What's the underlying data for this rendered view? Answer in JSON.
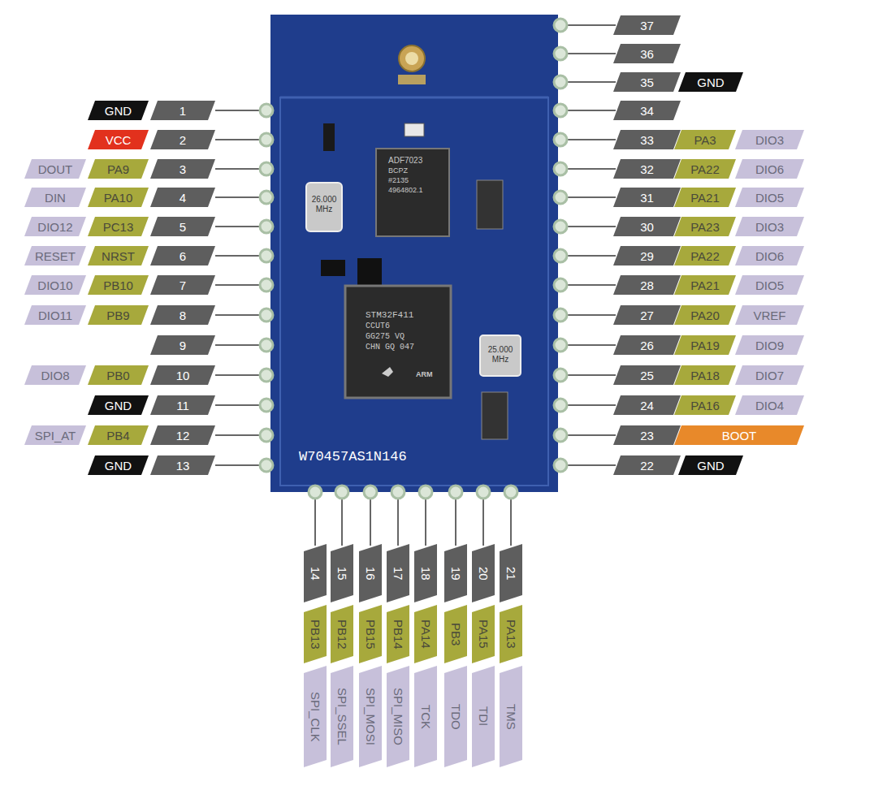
{
  "diagram": {
    "nodes": [
      {
        "text": [
          "GND"
        ]
      },
      {
        "text": [
          "1"
        ]
      },
      {
        "text": [
          "VCC"
        ]
      },
      {
        "text": [
          "2"
        ]
      },
      {
        "text": [
          "DOUT"
        ]
      },
      {
        "text": [
          "PA9"
        ]
      },
      {
        "text": [
          "3"
        ]
      },
      {
        "text": [
          "DIN"
        ]
      },
      {
        "text": [
          "PA10"
        ]
      },
      {
        "text": [
          "4"
        ]
      },
      {
        "text": [
          "DIO12"
        ]
      },
      {
        "text": [
          "PC13"
        ]
      },
      {
        "text": [
          "5"
        ]
      },
      {
        "text": [
          "RESET"
        ]
      },
      {
        "text": [
          "NRST"
        ]
      },
      {
        "text": [
          "6"
        ]
      },
      {
        "text": [
          "DIO10"
        ]
      },
      {
        "text": [
          "PB10"
        ]
      },
      {
        "text": [
          "7"
        ]
      },
      {
        "text": [
          "DIO11"
        ]
      },
      {
        "text": [
          "PB9"
        ]
      },
      {
        "text": [
          "8"
        ]
      },
      {
        "text": [
          "9"
        ]
      },
      {
        "text": [
          "DIO8"
        ]
      },
      {
        "text": [
          "PB0"
        ]
      },
      {
        "text": [
          "10"
        ]
      },
      {
        "text": [
          "GND"
        ]
      },
      {
        "text": [
          "11"
        ]
      },
      {
        "text": [
          "SPI_AT"
        ]
      },
      {
        "text": [
          "PB4"
        ]
      },
      {
        "text": [
          "12"
        ]
      },
      {
        "text": [
          "GND"
        ]
      },
      {
        "text": [
          "13"
        ]
      },
      {
        "text": [
          "37"
        ]
      },
      {
        "text": [
          "36"
        ]
      },
      {
        "text": [
          "35"
        ]
      },
      {
        "text": [
          "GND"
        ]
      },
      {
        "text": [
          "34"
        ]
      },
      {
        "text": [
          "33"
        ]
      },
      {
        "text": [
          "PA3"
        ]
      },
      {
        "text": [
          "DIO3"
        ]
      },
      {
        "text": [
          "32"
        ]
      },
      {
        "text": [
          "PA22"
        ]
      },
      {
        "text": [
          "DIO6"
        ]
      },
      {
        "text": [
          "31"
        ]
      },
      {
        "text": [
          "PA21"
        ]
      },
      {
        "text": [
          "DIO5"
        ]
      },
      {
        "text": [
          "30"
        ]
      },
      {
        "text": [
          "PA23"
        ]
      },
      {
        "text": [
          "DIO3"
        ]
      },
      {
        "text": [
          "29"
        ]
      },
      {
        "text": [
          "PA22"
        ]
      },
      {
        "text": [
          "DIO6"
        ]
      },
      {
        "text": [
          "28"
        ]
      },
      {
        "text": [
          "PA21"
        ]
      },
      {
        "text": [
          "DIO5"
        ]
      },
      {
        "text": [
          "27"
        ]
      },
      {
        "text": [
          "PA20"
        ]
      },
      {
        "text": [
          "VREF"
        ]
      },
      {
        "text": [
          "26"
        ]
      },
      {
        "text": [
          "PA19"
        ]
      },
      {
        "text": [
          "DIO9"
        ]
      },
      {
        "text": [
          "25"
        ]
      },
      {
        "text": [
          "PA18"
        ]
      },
      {
        "text": [
          "DIO7"
        ]
      },
      {
        "text": [
          "24"
        ]
      },
      {
        "text": [
          "PA16"
        ]
      },
      {
        "text": [
          "DIO4"
        ]
      },
      {
        "text": [
          "23"
        ]
      },
      {
        "text": [
          "BOOT"
        ]
      },
      {
        "text": [
          "22"
        ]
      },
      {
        "text": [
          "GND"
        ]
      },
      {
        "text": [
          "14"
        ]
      },
      {
        "text": [
          "PB13"
        ]
      },
      {
        "text": [
          "SPI_CLK"
        ]
      },
      {
        "text": [
          "15"
        ]
      },
      {
        "text": [
          "PB12"
        ]
      },
      {
        "text": [
          "SPI_SSEL"
        ]
      },
      {
        "text": [
          "16"
        ]
      },
      {
        "text": [
          "PB15"
        ]
      },
      {
        "text": [
          "SPI_MOSI"
        ]
      },
      {
        "text": [
          "17"
        ]
      },
      {
        "text": [
          "PB14"
        ]
      },
      {
        "text": [
          "SPI_MISO"
        ]
      },
      {
        "text": [
          "18"
        ]
      },
      {
        "text": [
          "PA14"
        ]
      },
      {
        "text": [
          "TCK"
        ]
      },
      {
        "text": [
          "19"
        ]
      },
      {
        "text": [
          "PB3"
        ]
      },
      {
        "text": [
          "TDO"
        ]
      },
      {
        "text": [
          "20"
        ]
      },
      {
        "text": [
          "PA15"
        ]
      },
      {
        "text": [
          "TDI"
        ]
      },
      {
        "text": [
          "21"
        ]
      },
      {
        "text": [
          "PA13"
        ]
      },
      {
        "text": [
          "TMS"
        ]
      }
    ],
    "labels": [
      "ADF7023",
      "BCPZ",
      "#2135",
      "4964802.1",
      "STM32F411",
      "CCUT6",
      "GG275 VQ",
      "CHN GQ 047",
      "ARM",
      "26.000 MHz",
      "25.000 MHz",
      "W70457AS1N146"
    ]
  }
}
